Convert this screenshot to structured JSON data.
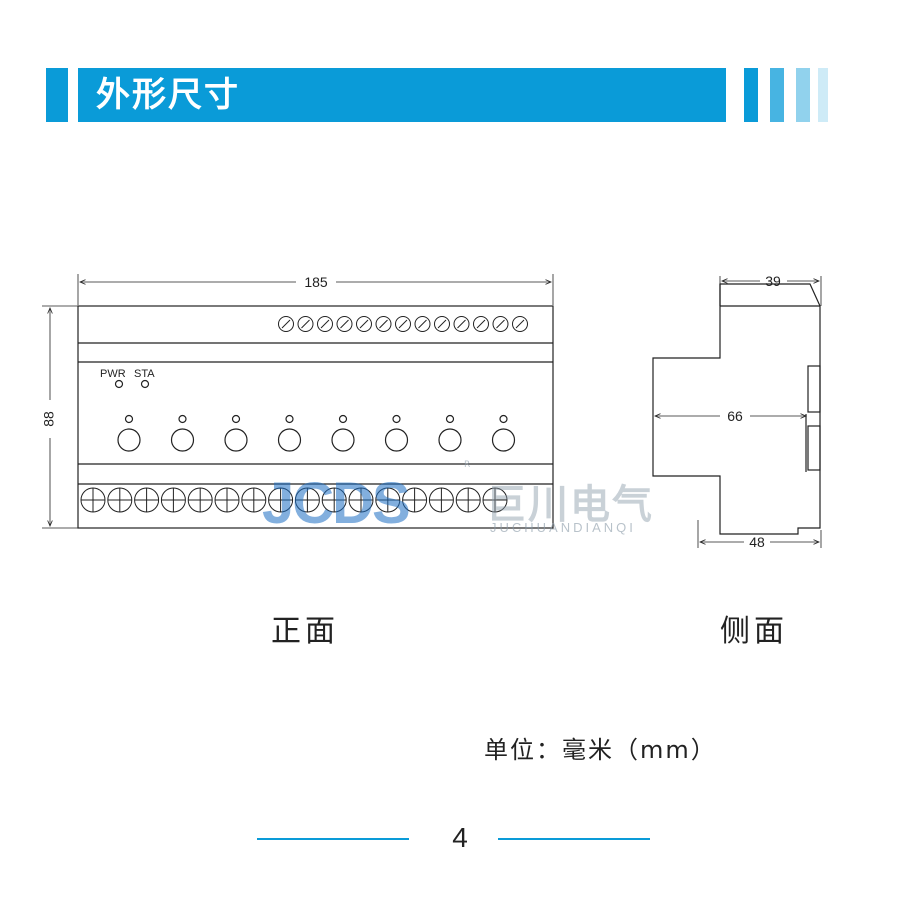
{
  "header": {
    "title": "外形尺寸",
    "accent_color": "#0a9bd8"
  },
  "front_view": {
    "width_dim": "185",
    "height_dim": "88",
    "led_labels": [
      "PWR",
      "STA"
    ],
    "caption": "正面"
  },
  "side_view": {
    "top_dim": "39",
    "mid_dim": "66",
    "bottom_dim": "48",
    "caption": "侧面"
  },
  "units_label": "单位：毫米（mm）",
  "watermark": {
    "logo": "JCDS",
    "brand_cn": "巨川电气",
    "brand_en": "JUCHUANDIANQI",
    "registered": "R"
  },
  "footer": {
    "page_number": "4"
  }
}
